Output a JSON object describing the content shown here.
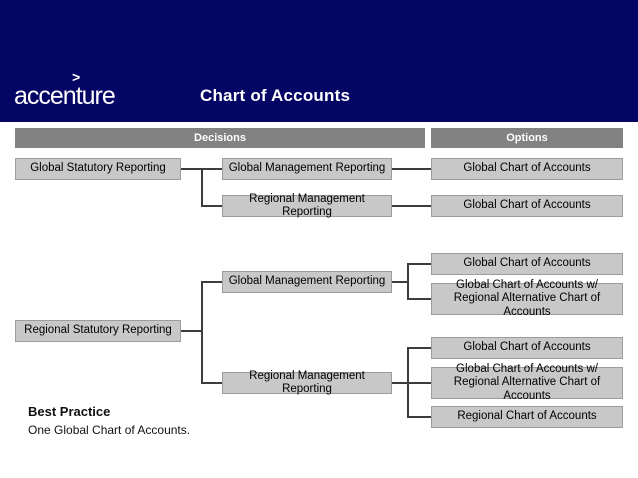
{
  "header": {
    "logo_text": "accenture",
    "logo_caret": ">",
    "title": "Chart of Accounts"
  },
  "column_headers": {
    "decisions": "Decisions",
    "options": "Options"
  },
  "diagram": {
    "group1": {
      "decision": "Global Statutory Reporting",
      "branches": [
        {
          "decision": "Global Management Reporting",
          "options": [
            "Global Chart of Accounts"
          ]
        },
        {
          "decision": "Regional Management Reporting",
          "options": [
            "Global Chart of Accounts"
          ]
        }
      ]
    },
    "group2": {
      "decision": "Regional Statutory Reporting",
      "branches": [
        {
          "decision": "Global Management Reporting",
          "options": [
            "Global Chart of Accounts",
            "Global Chart of Accounts w/ Regional Alternative Chart of Accounts"
          ]
        },
        {
          "decision": "Regional Management Reporting",
          "options": [
            "Global Chart of Accounts",
            "Global Chart of Accounts w/ Regional Alternative Chart of Accounts",
            "Regional Chart of Accounts"
          ]
        }
      ]
    }
  },
  "footer": {
    "heading": "Best Practice",
    "note": "One Global Chart of Accounts."
  },
  "colors": {
    "navy": "#050566",
    "bar_gray": "#828282",
    "box_gray": "#c8c8c8",
    "line": "#3d3d3d"
  }
}
